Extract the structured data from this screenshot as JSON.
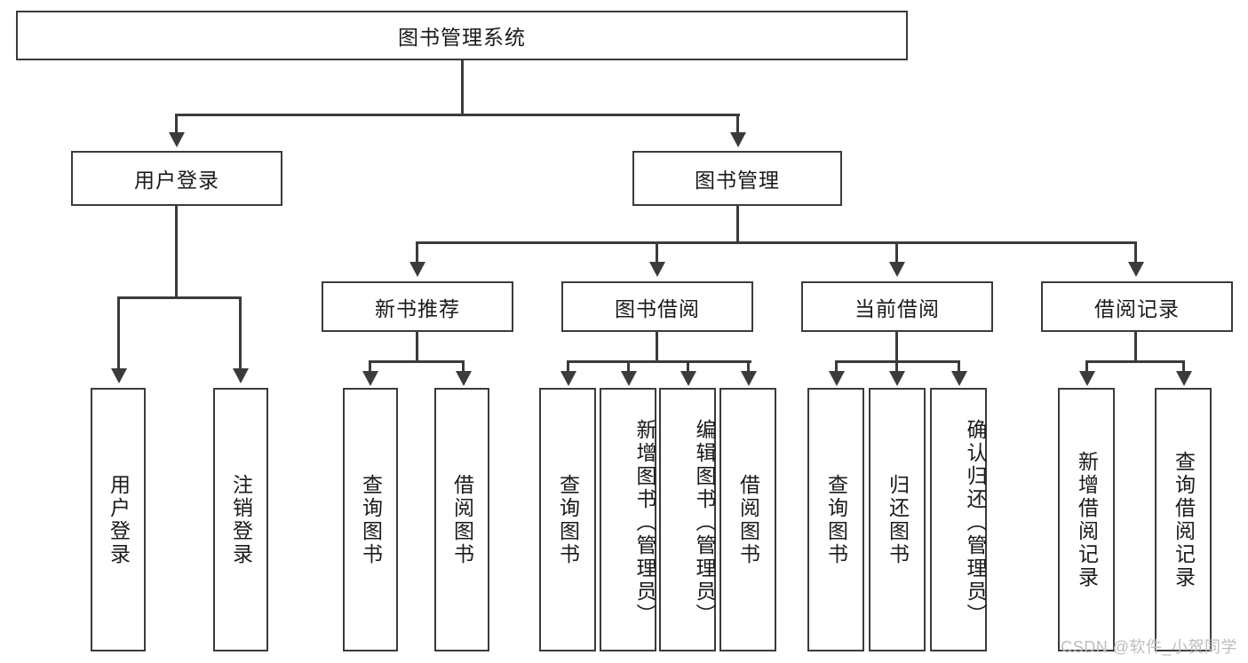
{
  "diagram": {
    "title": "图书管理系统",
    "type": "tree-hierarchy",
    "root": {
      "label": "图书管理系统"
    },
    "level2": [
      {
        "label": "用户登录"
      },
      {
        "label": "图书管理"
      }
    ],
    "level3": [
      {
        "label": "新书推荐"
      },
      {
        "label": "图书借阅"
      },
      {
        "label": "当前借阅"
      },
      {
        "label": "借阅记录"
      }
    ],
    "leaves": {
      "user_login": [
        {
          "label": "用户登录"
        },
        {
          "label": "注销登录"
        }
      ],
      "new_book_recommend": [
        {
          "label": "查询图书"
        },
        {
          "label": "借阅图书"
        }
      ],
      "book_borrow": [
        {
          "label": "查询图书"
        },
        {
          "label": "新增图书（管理员）"
        },
        {
          "label": "编辑图书（管理员）"
        },
        {
          "label": "借阅图书"
        }
      ],
      "current_borrow": [
        {
          "label": "查询图书"
        },
        {
          "label": "归还图书"
        },
        {
          "label": "确认归还（管理员）"
        }
      ],
      "borrow_record": [
        {
          "label": "新增借阅记录"
        },
        {
          "label": "查询借阅记录"
        }
      ]
    }
  },
  "watermark": {
    "text": "CSDN @软件_小贺同学"
  },
  "colors": {
    "stroke": "#3b3b3b",
    "text": "#1a1a1a",
    "background": "#ffffff",
    "watermark": "#bdbdbd"
  }
}
